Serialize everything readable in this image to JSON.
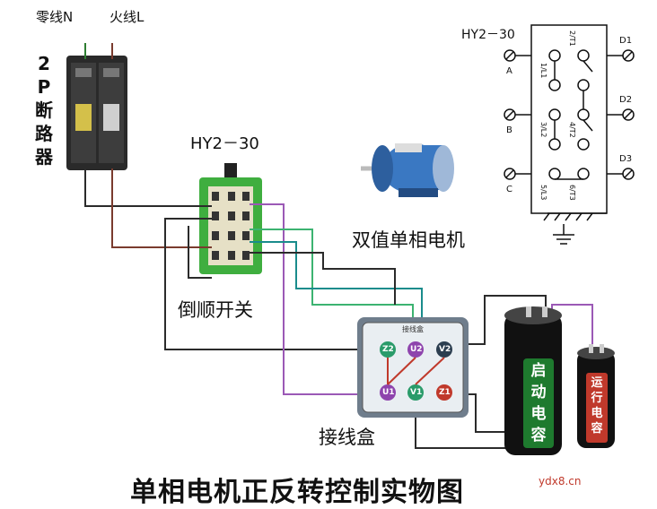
{
  "labels": {
    "neutral": "零线N",
    "live": "火线L",
    "breaker": "2P断路器",
    "switch_model": "HY2－30",
    "switch_name": "倒顺开关",
    "motor_name": "双值单相电机",
    "jbox_name": "接线盒",
    "title": "单相电机正反转控制实物图",
    "watermark": "ydx8.cn"
  },
  "capacitors": {
    "start": "启动电容",
    "run": "运行电容"
  },
  "schematic": {
    "model": "HY2－30",
    "left_terminals": [
      "A",
      "B",
      "C"
    ],
    "right_terminals": [
      "D1",
      "D2",
      "D3"
    ],
    "contacts": [
      "1/L1",
      "2/T1",
      "3/L2",
      "4/T2",
      "5/L3",
      "6/T3"
    ]
  },
  "junction_box": {
    "header": "接线盒",
    "top_terminals": [
      "Z2",
      "U2",
      "V2"
    ],
    "bottom_terminals": [
      "U1",
      "V1",
      "Z1"
    ]
  },
  "colors": {
    "wire_dark": "#2b2b2b",
    "wire_brown": "#7a3b2e",
    "wire_purple": "#9b59b6",
    "wire_green": "#3cb371",
    "wire_teal": "#1a8c8c",
    "switch_green": "#3fae3f",
    "capacitor_body": "#111111",
    "run_cap_red": "#c0392b",
    "start_cap_green": "#1e7a2e",
    "motor_blue": "#3a78c2"
  },
  "icons": [
    "breaker-icon",
    "motor-icon",
    "ground-icon"
  ]
}
